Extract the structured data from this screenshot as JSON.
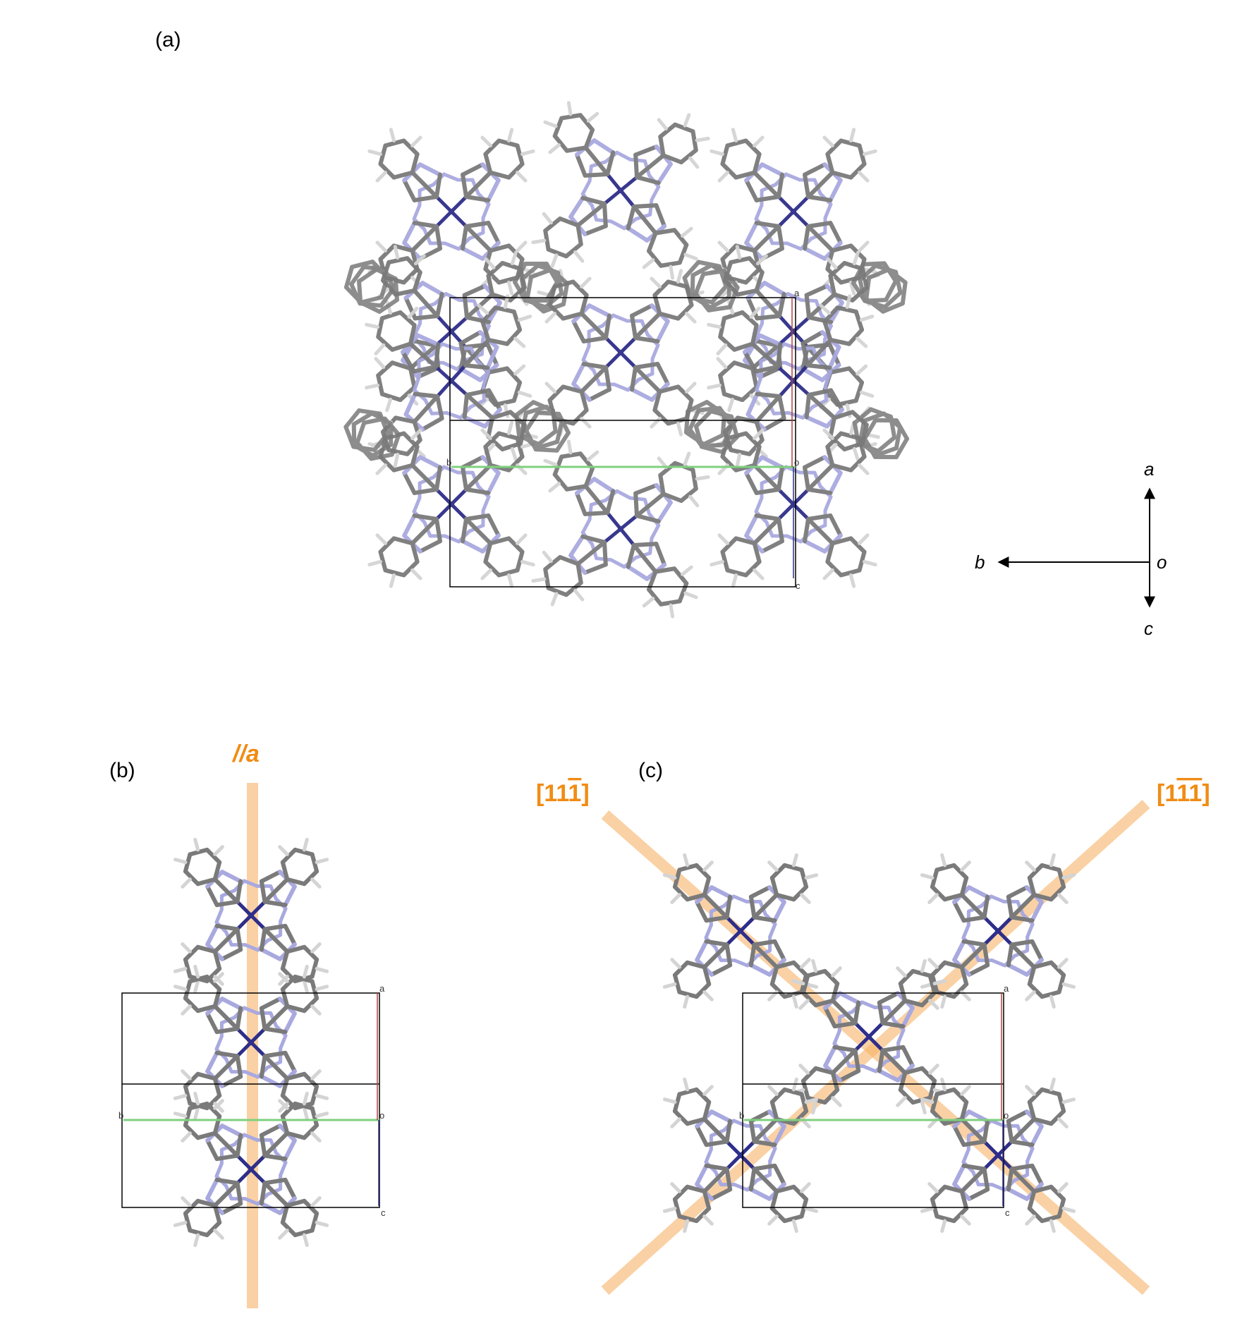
{
  "panels": {
    "a": {
      "label": "(a)"
    },
    "b": {
      "label": "(b)",
      "direction_prefix": "//",
      "direction_axis": "a"
    },
    "c": {
      "label": "(c)",
      "direction_left": "[11",
      "direction_left_bar": "1",
      "direction_left_end": "]",
      "direction_right": "[1",
      "direction_right_bar": "11",
      "direction_right_end": "]"
    }
  },
  "unit_cell_labels": {
    "a": "a",
    "b": "b",
    "c": "c",
    "o": "o"
  },
  "axes_triad": {
    "a": "a",
    "b": "b",
    "c": "c",
    "o": "o"
  },
  "colors": {
    "carbon": "#7a7a7a",
    "hydrogen": "#d4d4d4",
    "nitrogen": "#a9a9e0",
    "metal": "#2e2e8a",
    "highlight": "#f7b267",
    "highlight_text": "#f08c14",
    "axis_b_line": "#7fd07f"
  }
}
